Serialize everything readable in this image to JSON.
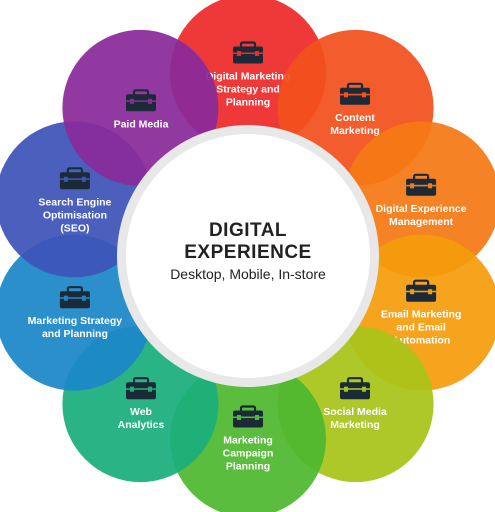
{
  "center": {
    "title_line1": "DIGITAL",
    "title_line2": "EXPERIENCE",
    "subtitle": "Desktop, Mobile, In-store"
  },
  "segments": [
    {
      "id": "digital-marketing-strategy",
      "lines": [
        "Digital Marketing",
        "Strategy and",
        "Planning"
      ],
      "color": "#ee2a2a",
      "icon": "briefcase-icon"
    },
    {
      "id": "content-marketing",
      "lines": [
        "Content",
        "Marketing"
      ],
      "color": "#f2501c",
      "icon": "briefcase-icon"
    },
    {
      "id": "digital-experience-management",
      "lines": [
        "Digital Experience",
        "Management"
      ],
      "color": "#f47a14",
      "icon": "briefcase-icon"
    },
    {
      "id": "email-marketing-automation",
      "lines": [
        "Email Marketing",
        "and Email",
        "Automation"
      ],
      "color": "#f59c0c",
      "icon": "briefcase-icon"
    },
    {
      "id": "social-media-marketing",
      "lines": [
        "Social Media",
        "Marketing"
      ],
      "color": "#a8c41a",
      "icon": "briefcase-icon"
    },
    {
      "id": "marketing-campaign-planning",
      "lines": [
        "Marketing",
        "Campaign",
        "Planning"
      ],
      "color": "#4eb82e",
      "icon": "briefcase-icon"
    },
    {
      "id": "web-analytics",
      "lines": [
        "Web",
        "Analytics"
      ],
      "color": "#1aae7c",
      "icon": "briefcase-icon"
    },
    {
      "id": "marketing-strategy-planning",
      "lines": [
        "Marketing Strategy",
        "and Planning"
      ],
      "color": "#1b86c8",
      "icon": "briefcase-icon"
    },
    {
      "id": "seo",
      "lines": [
        "Search Engine",
        "Optimisation",
        "(SEO)"
      ],
      "color": "#3d54b8",
      "icon": "briefcase-icon"
    },
    {
      "id": "paid-media",
      "lines": [
        "Paid Media"
      ],
      "color": "#8a2a9a",
      "icon": "briefcase-icon"
    }
  ],
  "colors": {
    "icon_fill": "#1c2a38",
    "ring": "#e8e8e8",
    "center_fill": "#ffffff"
  }
}
